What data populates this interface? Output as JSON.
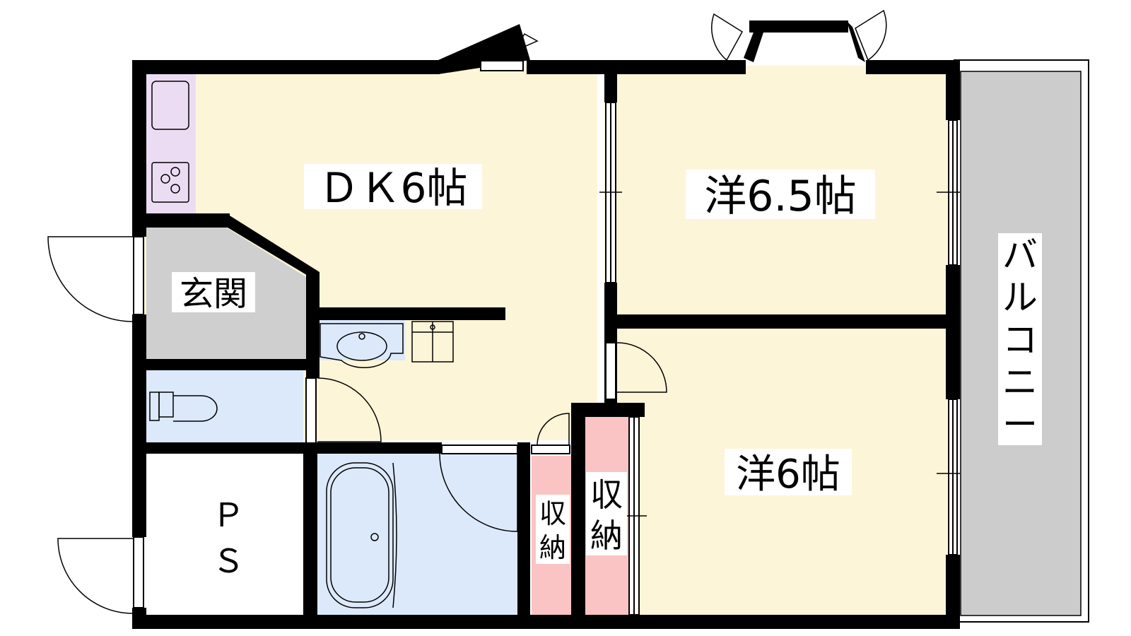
{
  "rooms": {
    "dk": "ＤＫ6帖",
    "western_large": "洋6.5帖",
    "western_small": "洋6帖",
    "entrance": "玄関",
    "ps_top": "Ｐ",
    "ps_bottom": "Ｓ",
    "storage_small_top": "収",
    "storage_small_bottom": "納",
    "storage_large_top": "収",
    "storage_large_bottom": "納"
  },
  "balcony": [
    "バ",
    "ル",
    "コ",
    "ニ",
    "ー"
  ],
  "colors": {
    "wall": "#000000",
    "room_floor": "#fdf5d8",
    "wet_area": "#dce9fb",
    "storage": "#fbc4c4",
    "entrance": "#cfcfcf",
    "kitchen": "#ecdcf3",
    "balcony": "#cccccc"
  }
}
